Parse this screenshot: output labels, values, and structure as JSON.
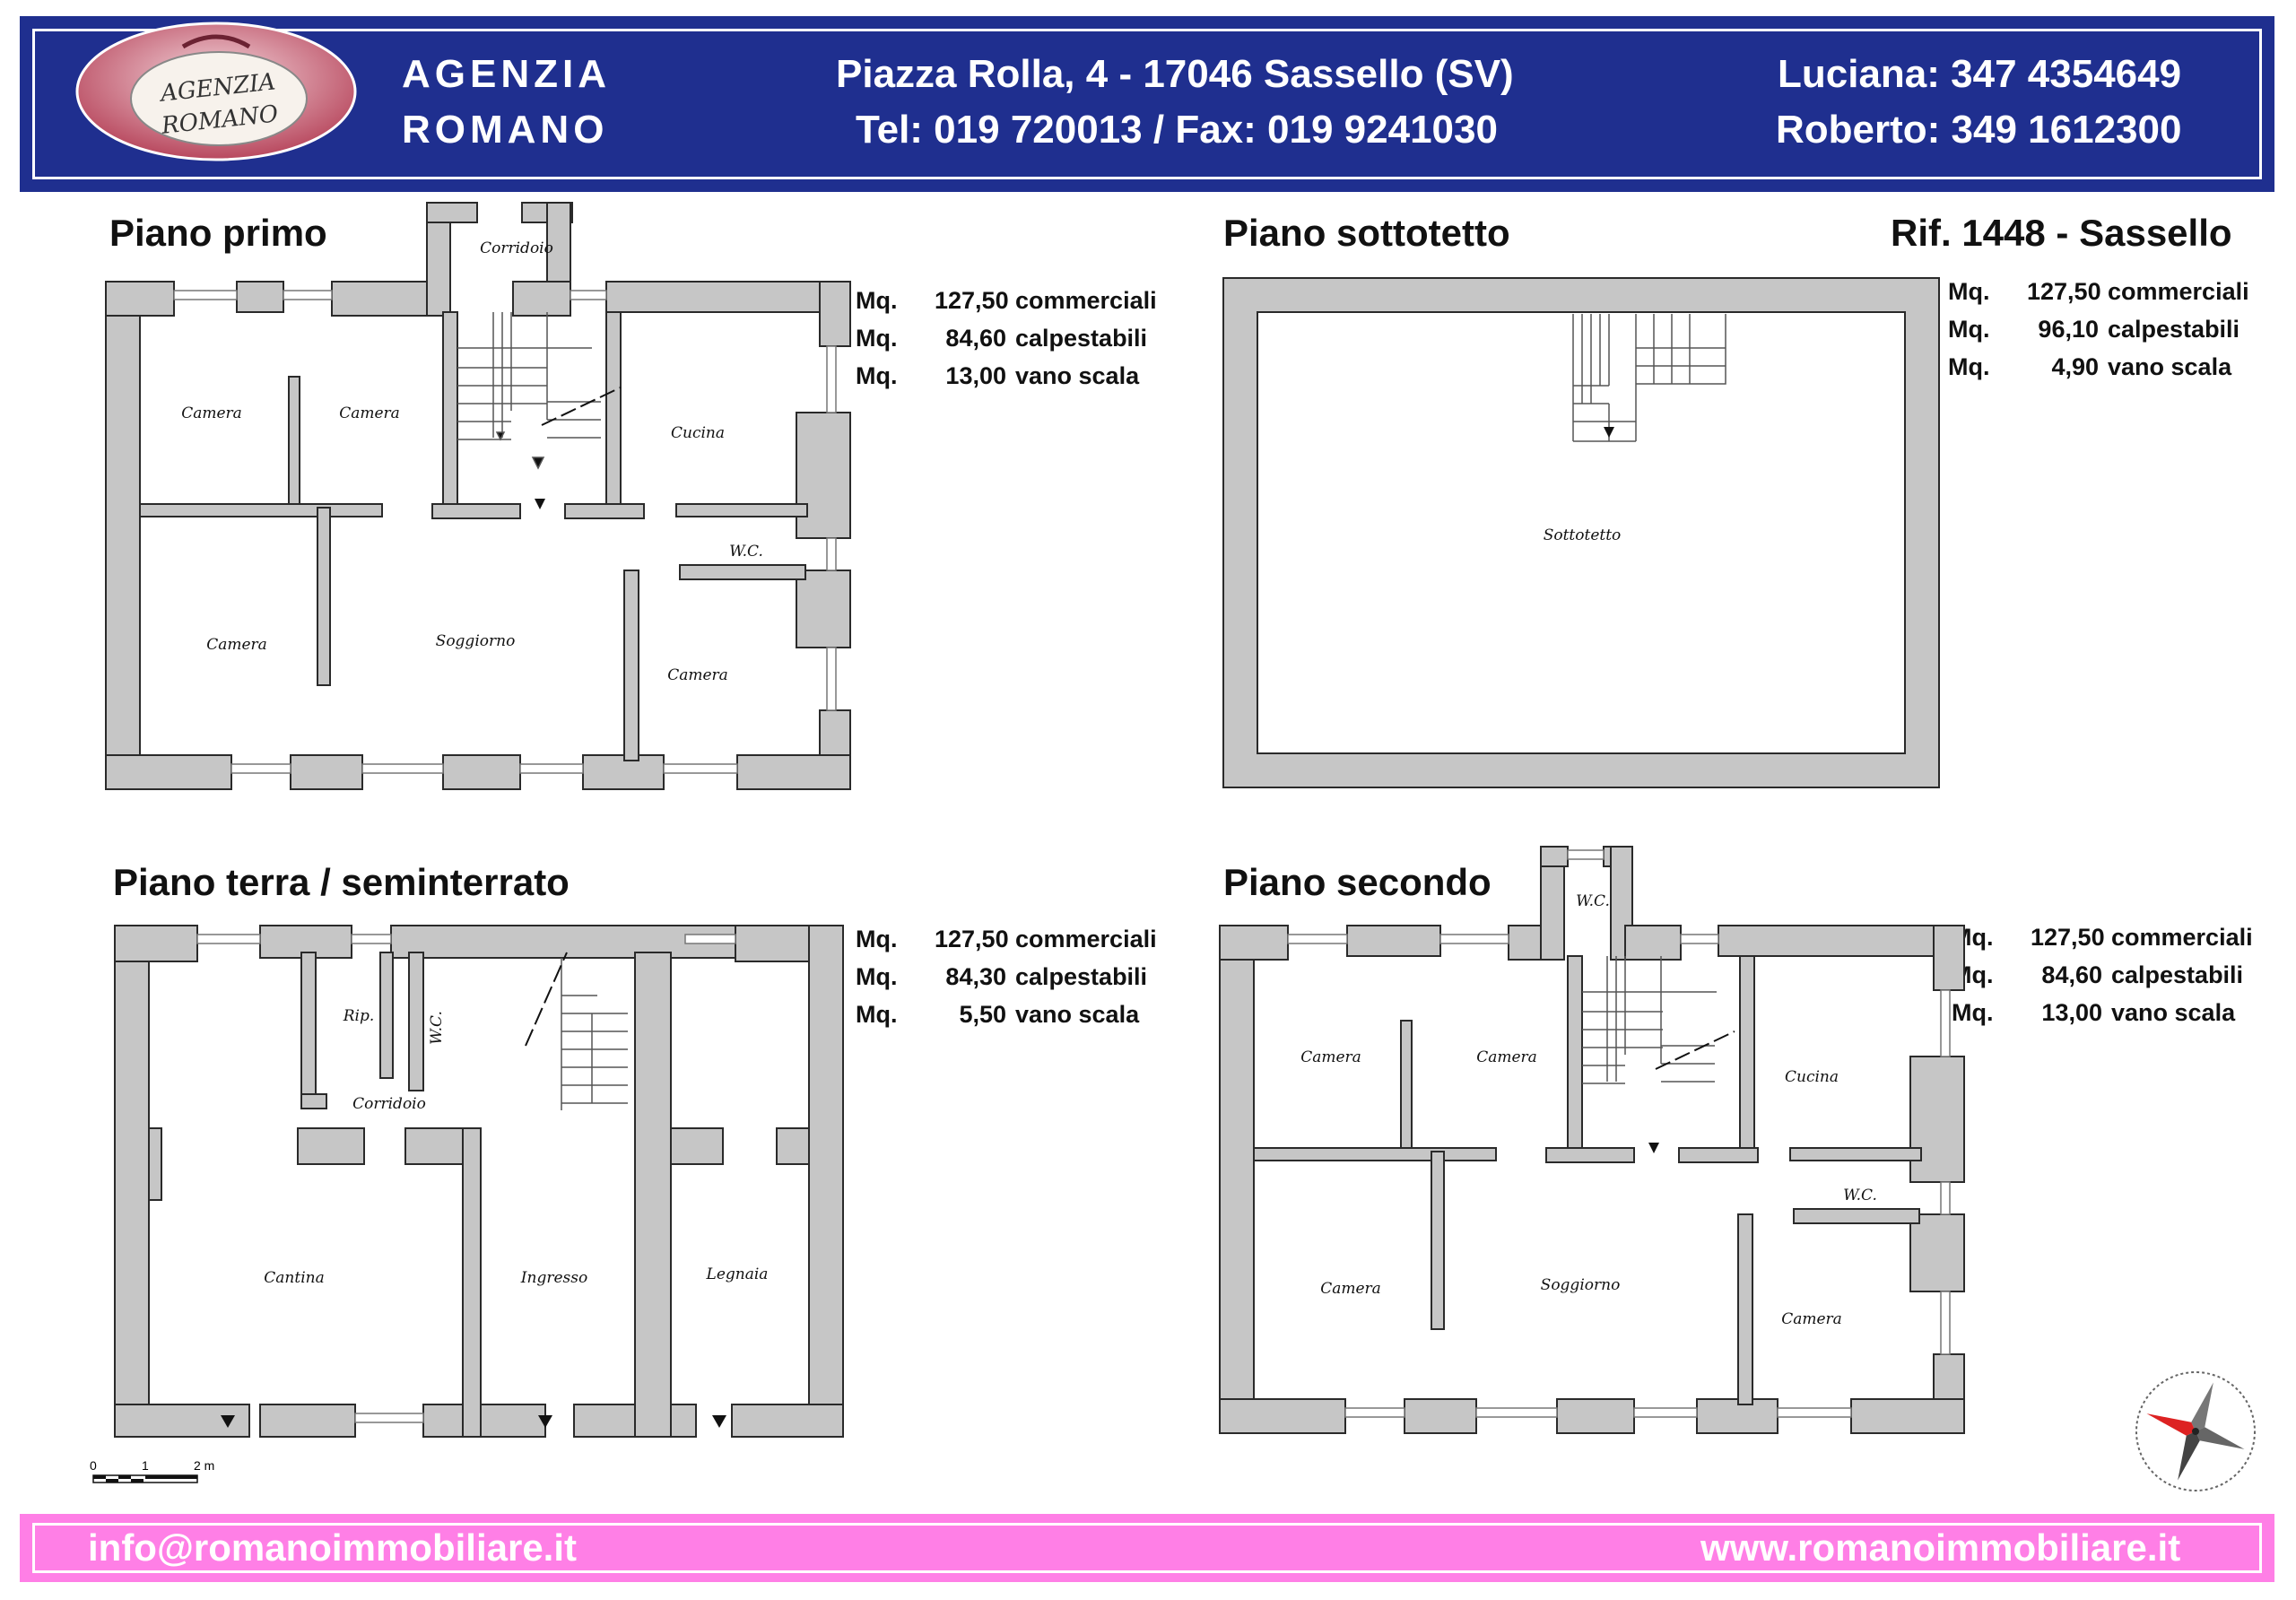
{
  "colors": {
    "header_bg": "#1f2f8f",
    "footer_bg": "#ff7fe6",
    "wall_fill": "#c6c6c6",
    "text_white": "#ffffff"
  },
  "header": {
    "logo_text_line1": "AGENZIA",
    "logo_text_line2": "ROMANO",
    "agency_line1": "AGENZIA",
    "agency_line2": "ROMANO",
    "address": "Piazza Rolla, 4 - 17046 Sassello (SV)",
    "tel_fax": "Tel: 019 720013 / Fax: 019 9241030",
    "contact1": "Luciana: 347 4354649",
    "contact2": "Roberto: 349 1612300"
  },
  "reference": "Rif. 1448 - Sassello",
  "plans": {
    "primo": {
      "title": "Piano primo",
      "stats": [
        {
          "label": "Mq.",
          "value": "127,50",
          "desc": "commerciali"
        },
        {
          "label": "Mq.",
          "value": "84,60",
          "desc": "calpestabili"
        },
        {
          "label": "Mq.",
          "value": "13,00",
          "desc": "vano scala"
        }
      ],
      "rooms": {
        "corridoio": "Corridoio",
        "camera_tl": "Camera",
        "camera_tm": "Camera",
        "cucina": "Cucina",
        "wc": "W.C.",
        "camera_bl": "Camera",
        "soggiorno": "Soggiorno",
        "camera_br": "Camera"
      }
    },
    "sottotetto": {
      "title": "Piano sottotetto",
      "stats": [
        {
          "label": "Mq.",
          "value": "127,50",
          "desc": "commerciali"
        },
        {
          "label": "Mq.",
          "value": "96,10",
          "desc": "calpestabili"
        },
        {
          "label": "Mq.",
          "value": "4,90",
          "desc": "vano scala"
        }
      ],
      "rooms": {
        "sottotetto": "Sottotetto"
      }
    },
    "terra": {
      "title": "Piano terra / seminterrato",
      "stats": [
        {
          "label": "Mq.",
          "value": "127,50",
          "desc": "commerciali"
        },
        {
          "label": "Mq.",
          "value": "84,30",
          "desc": "calpestabili"
        },
        {
          "label": "Mq.",
          "value": "5,50",
          "desc": "vano scala"
        }
      ],
      "rooms": {
        "rip": "Rip.",
        "wc": "W.C.",
        "corridoio": "Corridoio",
        "cantina": "Cantina",
        "ingresso": "Ingresso",
        "legnaia": "Legnaia"
      }
    },
    "secondo": {
      "title": "Piano secondo",
      "stats": [
        {
          "label": "Mq.",
          "value": "127,50",
          "desc": "commerciali"
        },
        {
          "label": "Mq.",
          "value": "84,60",
          "desc": "calpestabili"
        },
        {
          "label": "Mq.",
          "value": "13,00",
          "desc": "vano scala"
        }
      ],
      "rooms": {
        "wc_top": "W.C.",
        "camera_tl": "Camera",
        "camera_tm": "Camera",
        "cucina": "Cucina",
        "wc": "W.C.",
        "camera_bl": "Camera",
        "soggiorno": "Soggiorno",
        "camera_br": "Camera"
      }
    }
  },
  "scale_bar": {
    "labels": [
      "0",
      "1",
      "2 m"
    ]
  },
  "compass": {
    "icon": "compass-rose-icon"
  },
  "footer": {
    "email": "info@romanoimmobiliare.it",
    "website": "www.romanoimmobiliare.it"
  }
}
